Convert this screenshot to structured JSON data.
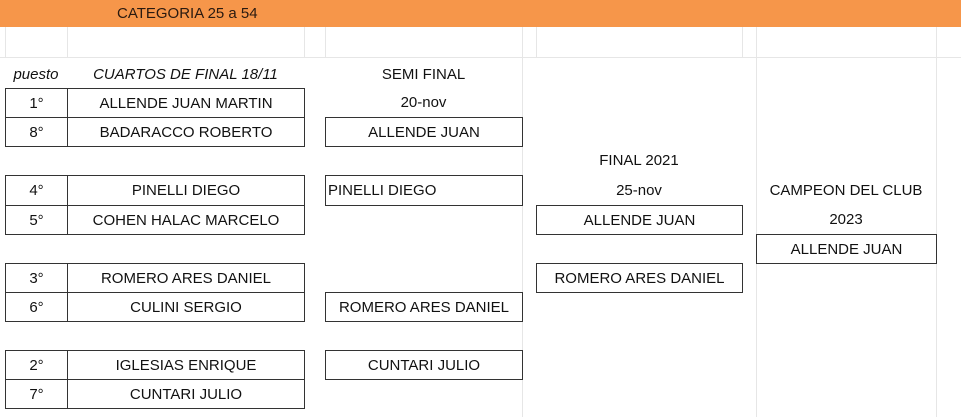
{
  "header": {
    "title": "CATEGORIA  25 a 54",
    "color": "#f6964a"
  },
  "labels": {
    "puesto": "puesto",
    "cuartos": "CUARTOS DE FINAL 18/11",
    "semi": "SEMI FINAL",
    "semi_date": "20-nov",
    "final": "FINAL 2021",
    "final_date": "25-nov",
    "campeon": "CAMPEON DEL CLUB",
    "campeon_year": "2023"
  },
  "quarters": [
    {
      "puesto": "1°",
      "name": "ALLENDE JUAN MARTIN"
    },
    {
      "puesto": "8°",
      "name": "BADARACCO ROBERTO"
    },
    {
      "puesto": "4°",
      "name": "PINELLI DIEGO"
    },
    {
      "puesto": "5°",
      "name": "COHEN HALAC MARCELO"
    },
    {
      "puesto": "3°",
      "name": "ROMERO ARES DANIEL"
    },
    {
      "puesto": "6°",
      "name": "CULINI SERGIO"
    },
    {
      "puesto": "2°",
      "name": "IGLESIAS ENRIQUE"
    },
    {
      "puesto": "7°",
      "name": "CUNTARI JULIO"
    }
  ],
  "semis": [
    "ALLENDE JUAN",
    "PINELLI DIEGO",
    "ROMERO ARES DANIEL",
    "CUNTARI JULIO"
  ],
  "finals": [
    "ALLENDE JUAN",
    "ROMERO ARES DANIEL"
  ],
  "champion": "ALLENDE JUAN"
}
